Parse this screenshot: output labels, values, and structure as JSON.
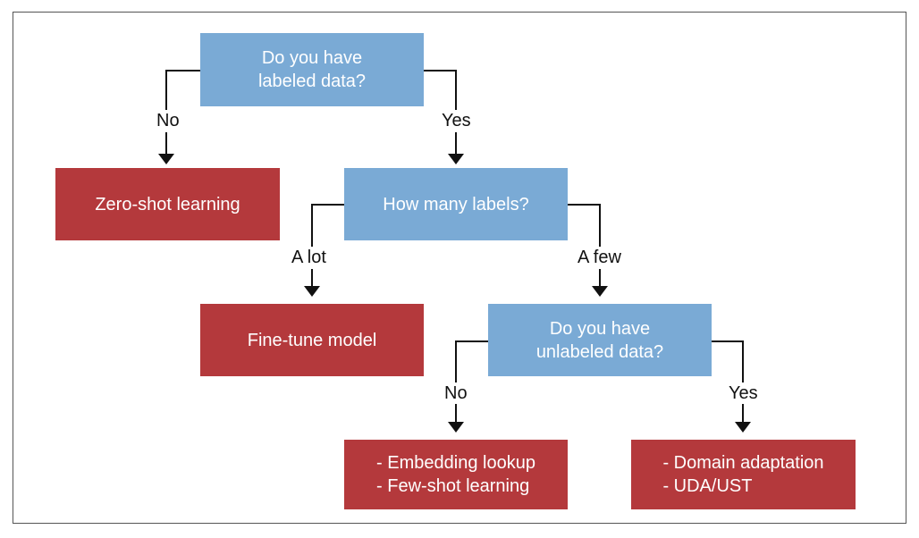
{
  "nodes": {
    "q_labeled": [
      "Do you have",
      "labeled data?"
    ],
    "zero_shot": [
      "Zero-shot learning"
    ],
    "q_how_many": [
      "How many labels?"
    ],
    "fine_tune": [
      "Fine-tune model"
    ],
    "q_unlabeled": [
      "Do you have",
      "unlabeled data?"
    ],
    "embedding_fewshot": [
      "- Embedding lookup",
      "- Few-shot learning"
    ],
    "domain_uda": [
      "- Domain adaptation",
      "- UDA/UST"
    ]
  },
  "edges": {
    "labeled_no": "No",
    "labeled_yes": "Yes",
    "labels_a_lot": "A lot",
    "labels_a_few": "A few",
    "unlabeled_no": "No",
    "unlabeled_yes": "Yes"
  },
  "colors": {
    "question": "#7aaad5",
    "outcome": "#b4393c",
    "line": "#111111"
  }
}
